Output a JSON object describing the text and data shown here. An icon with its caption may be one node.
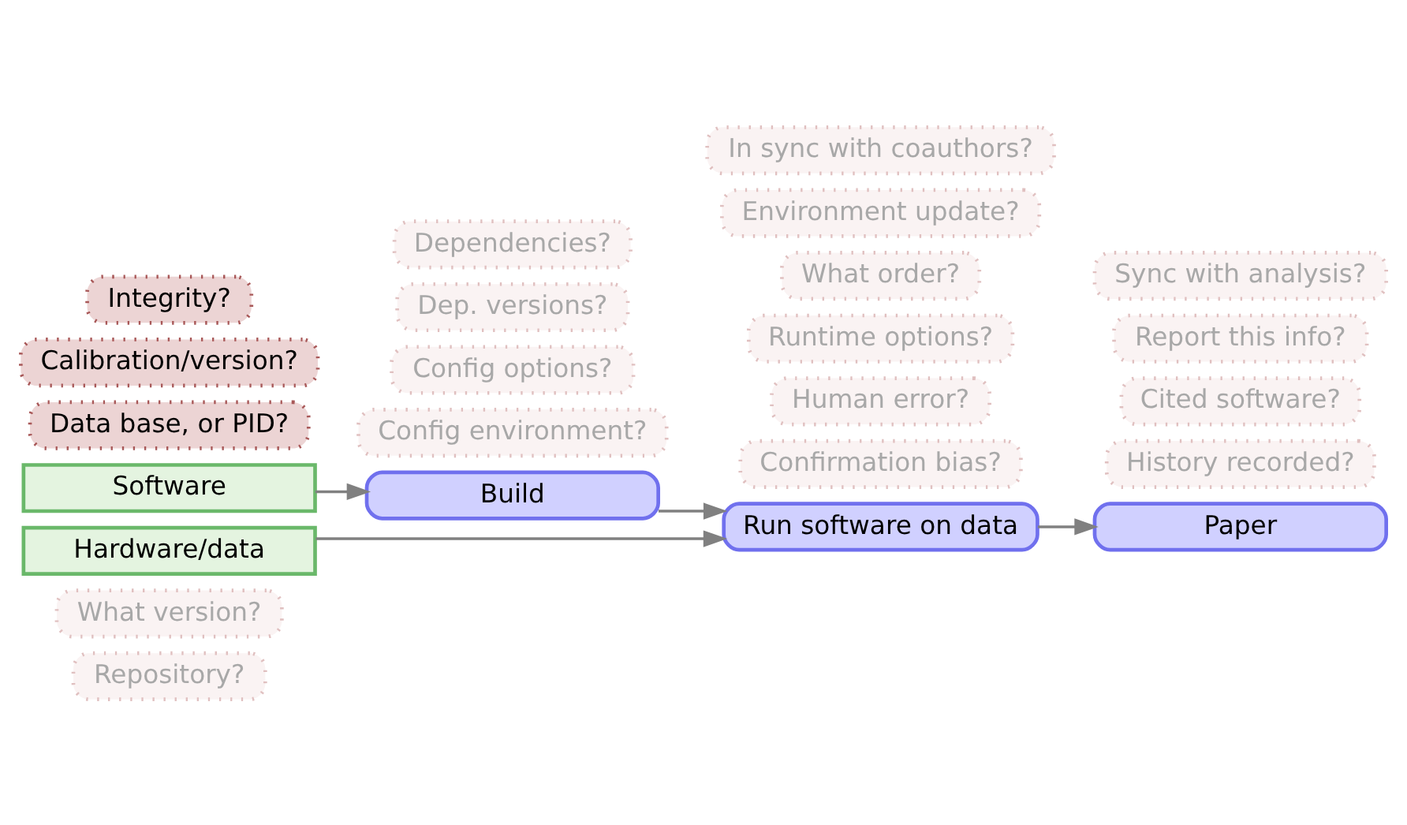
{
  "diagram": {
    "nodes": [
      {
        "text": [
          "Config environment?"
        ]
      },
      {
        "text": [
          "Config options?"
        ]
      },
      {
        "text": [
          "History recorded?"
        ]
      },
      {
        "text": [
          "Confirmation bias?"
        ]
      },
      {
        "text": [
          "Repository?"
        ]
      },
      {
        "text": [
          "Dep. versions?"
        ]
      },
      {
        "text": [
          "Cited software?"
        ]
      },
      {
        "text": [
          "Human error?"
        ]
      },
      {
        "text": [
          "What version?"
        ]
      },
      {
        "text": [
          "Dependencies?"
        ]
      },
      {
        "text": [
          "Report this info?"
        ]
      },
      {
        "text": [
          "Runtime options?"
        ]
      },
      {
        "text": [
          "Software"
        ]
      },
      {
        "text": [
          "Build"
        ]
      },
      {
        "text": [
          "Sync with analysis?"
        ]
      },
      {
        "text": [
          "What order?"
        ]
      },
      {
        "text": [
          "Run software on data"
        ]
      },
      {
        "text": [
          "Paper"
        ]
      },
      {
        "text": [
          "Hardware/data"
        ]
      },
      {
        "text": [
          "Environment update?"
        ]
      },
      {
        "text": [
          "Data base, or PID?"
        ]
      },
      {
        "text": [
          "In sync with coauthors?"
        ]
      },
      {
        "text": [
          "Calibration/version?"
        ]
      },
      {
        "text": [
          "Integrity?"
        ]
      }
    ],
    "edges": [
      {
        "from": 12,
        "to": 13,
        "arrow": "to"
      },
      {
        "from": 13,
        "to": 16,
        "arrow": "to"
      },
      {
        "from": 18,
        "to": 16,
        "arrow": "to"
      },
      {
        "from": 16,
        "to": 17,
        "arrow": "to"
      }
    ]
  }
}
